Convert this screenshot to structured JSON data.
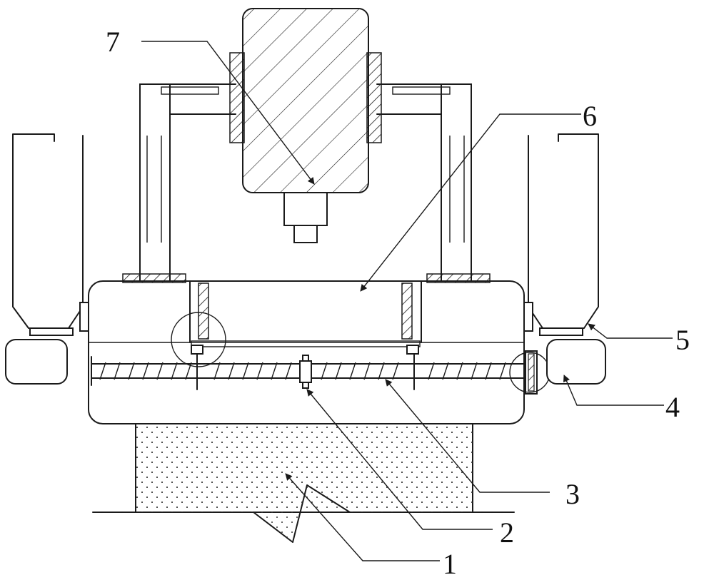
{
  "labels": {
    "n1": "1",
    "n2": "2",
    "n3": "3",
    "n4": "4",
    "n5": "5",
    "n6": "6",
    "n7": "7"
  }
}
